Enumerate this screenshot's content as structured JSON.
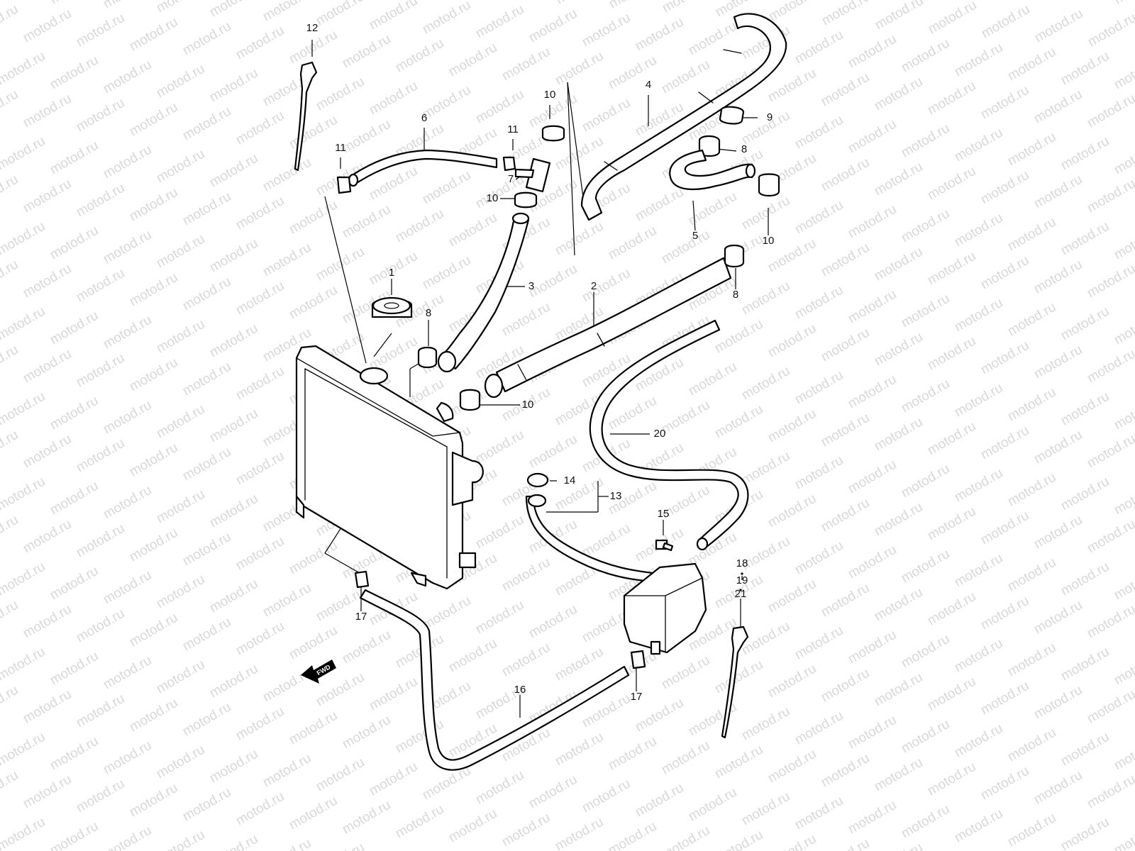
{
  "watermark": {
    "text": "motod.ru"
  },
  "diagram": {
    "fwd_label": "FWD",
    "callouts": [
      {
        "id": "c12",
        "text": "12"
      },
      {
        "id": "c11a",
        "text": "11"
      },
      {
        "id": "c6",
        "text": "6"
      },
      {
        "id": "c11b",
        "text": "11"
      },
      {
        "id": "c7",
        "text": "7"
      },
      {
        "id": "c10a",
        "text": "10"
      },
      {
        "id": "c10b",
        "text": "10"
      },
      {
        "id": "c4",
        "text": "4"
      },
      {
        "id": "c9",
        "text": "9"
      },
      {
        "id": "c8a",
        "text": "8"
      },
      {
        "id": "c5",
        "text": "5"
      },
      {
        "id": "c10c",
        "text": "10"
      },
      {
        "id": "c3",
        "text": "3"
      },
      {
        "id": "c1",
        "text": "1"
      },
      {
        "id": "c8b",
        "text": "8"
      },
      {
        "id": "c2",
        "text": "2"
      },
      {
        "id": "c8c",
        "text": "8"
      },
      {
        "id": "c10d",
        "text": "10"
      },
      {
        "id": "c20",
        "text": "20"
      },
      {
        "id": "c14",
        "text": "14"
      },
      {
        "id": "c13",
        "text": "13"
      },
      {
        "id": "c15",
        "text": "15"
      },
      {
        "id": "c18",
        "text": "18"
      },
      {
        "id": "c19",
        "text": "19"
      },
      {
        "id": "c21",
        "text": "21"
      },
      {
        "id": "c17a",
        "text": "17"
      },
      {
        "id": "c17b",
        "text": "17"
      },
      {
        "id": "c16",
        "text": "16"
      }
    ]
  }
}
